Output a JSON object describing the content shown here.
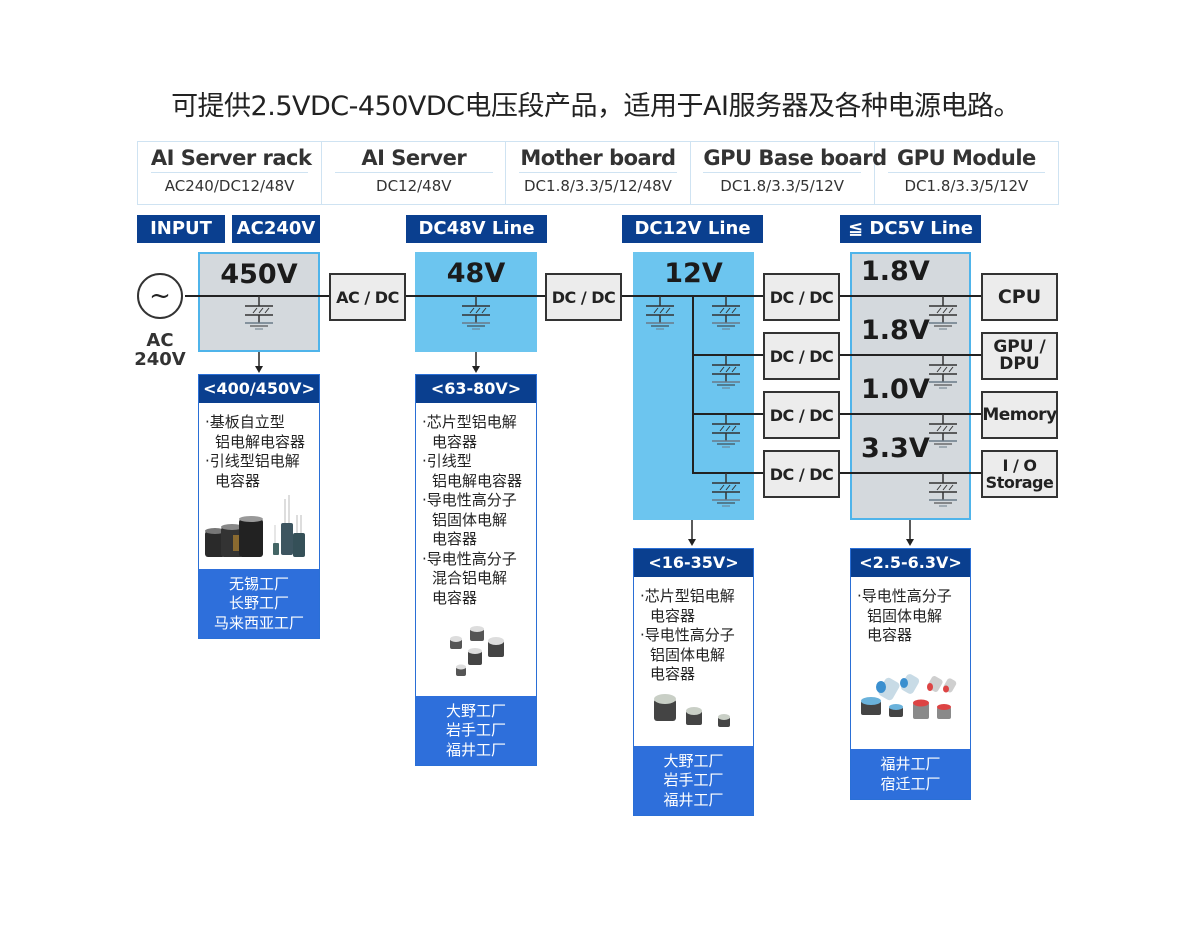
{
  "headline": "可提供2.5VDC-450VDC电压段产品，适用于AI服务器及各种电源电路。",
  "segments": [
    {
      "title": "AI Server rack",
      "voltage": "AC240/DC12/48V"
    },
    {
      "title": "AI Server",
      "voltage": "DC12/48V"
    },
    {
      "title": "Mother board",
      "voltage": "DC1.8/3.3/5/12/48V"
    },
    {
      "title": "GPU Base board",
      "voltage": "DC1.8/3.3/5/12V"
    },
    {
      "title": "GPU Module",
      "voltage": "DC1.8/3.3/5/12V"
    }
  ],
  "line_tags": {
    "input": "INPUT",
    "ac240": "AC240V",
    "dc48": "DC48V Line",
    "dc12": "DC12V Line",
    "dc5": "≦ DC5V Line"
  },
  "source": {
    "symbol": "~",
    "label_line1": "AC",
    "label_line2": "240V"
  },
  "zones": {
    "v450": "450V",
    "v48": "48V",
    "v12": "12V",
    "low": [
      "1.8V",
      "1.8V",
      "1.0V",
      "3.3V"
    ]
  },
  "converters": {
    "acdc": "AC / DC",
    "dcdc": "DC / DC"
  },
  "loads": [
    "CPU",
    "GPU /\nDPU",
    "Memory",
    "I / O\nStorage"
  ],
  "cards": [
    {
      "range": "<400/450V>",
      "items": [
        "·基板自立型\n铝电解电容器",
        "·引线型铝电解\n电容器"
      ],
      "factories": [
        "无锡工厂",
        "长野工厂",
        "马来西亚工厂"
      ]
    },
    {
      "range": "<63-80V>",
      "items": [
        "·芯片型铝电解\n电容器",
        "·引线型\n铝电解电容器",
        "·导电性高分子\n铝固体电解\n电容器",
        "·导电性高分子\n混合铝电解\n电容器"
      ],
      "factories": [
        "大野工厂",
        "岩手工厂",
        "福井工厂"
      ]
    },
    {
      "range": "<16-35V>",
      "items": [
        "·芯片型铝电解\n电容器",
        "·导电性高分子\n铝固体电解\n电容器"
      ],
      "factories": [
        "大野工厂",
        "岩手工厂",
        "福井工厂"
      ]
    },
    {
      "range": "<2.5-6.3V>",
      "items": [
        "·导电性高分子\n铝固体电解\n电容器"
      ],
      "factories": [
        "福井工厂",
        "宿迁工厂"
      ]
    }
  ],
  "colors": {
    "navy": "#0a3f8f",
    "factory_blue": "#2e6fdb",
    "zone_blue": "#6cc5ef",
    "zone_gray": "#d4d9dd",
    "zone_border": "#4fb4ea",
    "converter_fill": "#ececec"
  }
}
